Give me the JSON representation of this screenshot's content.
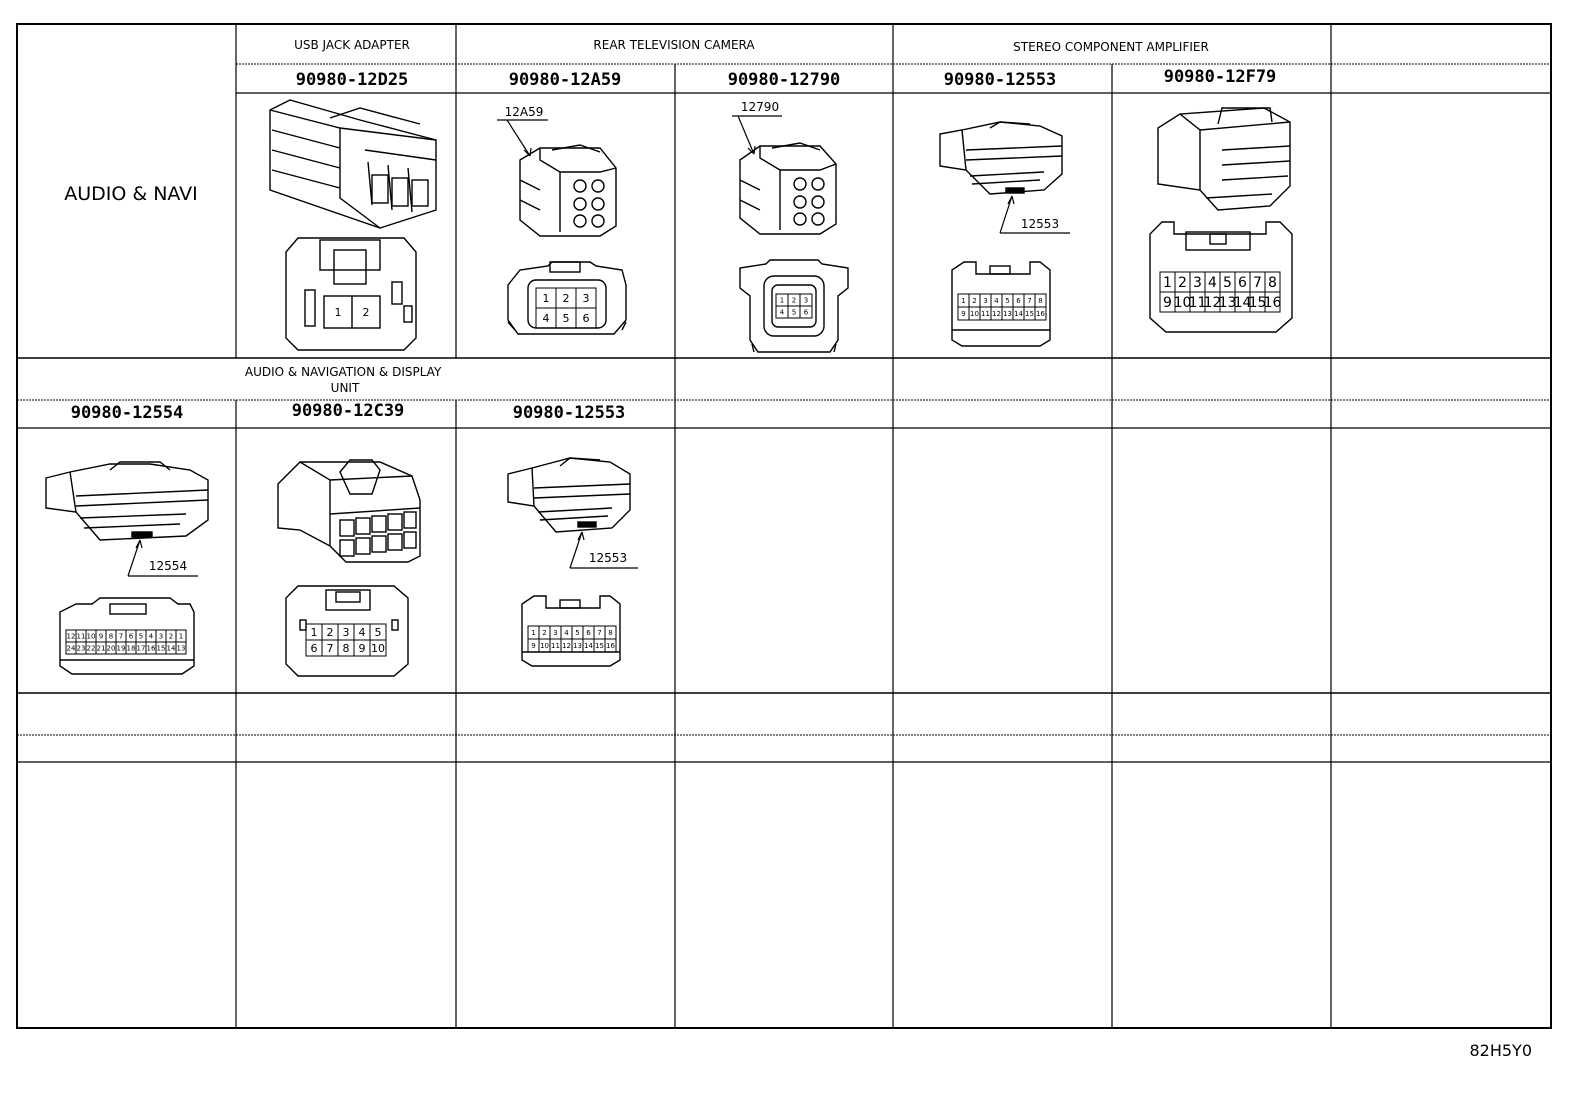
{
  "row1": {
    "label": "AUDIO & NAVI",
    "headers": {
      "usb": "USB JACK ADAPTER",
      "camera": "REAR TELEVISION CAMERA",
      "amp": "STEREO COMPONENT AMPLIFIER"
    },
    "parts": [
      "90980-12D25",
      "90980-12A59",
      "90980-12790",
      "90980-12553",
      "90980-12F79"
    ],
    "callouts": {
      "a59": "12A59",
      "c790": "12790",
      "c553": "12553"
    },
    "pins": {
      "usb": [
        "1",
        "2"
      ],
      "a59": [
        "1",
        "2",
        "3",
        "4",
        "5",
        "6"
      ],
      "c790": [
        "1",
        "2",
        "3",
        "4",
        "5",
        "6"
      ],
      "c553": [
        "1",
        "2",
        "3",
        "4",
        "5",
        "6",
        "7",
        "8",
        "9",
        "10",
        "11",
        "12",
        "13",
        "14",
        "15",
        "16"
      ],
      "f79": [
        "1",
        "2",
        "3",
        "4",
        "5",
        "6",
        "7",
        "8",
        "9",
        "10",
        "11",
        "12",
        "13",
        "14",
        "15",
        "16"
      ]
    }
  },
  "row2": {
    "header": "AUDIO & NAVIGATION & DISPLAY UNIT",
    "parts": [
      "90980-12554",
      "90980-12C39",
      "90980-12553"
    ],
    "callouts": {
      "c554": "12554",
      "c553": "12553"
    },
    "pins": {
      "c554": [
        "12",
        "11",
        "10",
        "9",
        "8",
        "7",
        "6",
        "5",
        "4",
        "3",
        "2",
        "1",
        "24",
        "23",
        "22",
        "21",
        "20",
        "19",
        "18",
        "17",
        "16",
        "15",
        "14",
        "13"
      ],
      "c39": [
        "1",
        "2",
        "3",
        "4",
        "5",
        "6",
        "7",
        "8",
        "9",
        "10"
      ],
      "c553": [
        "1",
        "2",
        "3",
        "4",
        "5",
        "6",
        "7",
        "8",
        "9",
        "10",
        "11",
        "12",
        "13",
        "14",
        "15",
        "16"
      ]
    }
  },
  "footer": {
    "code": "82H5Y0"
  }
}
